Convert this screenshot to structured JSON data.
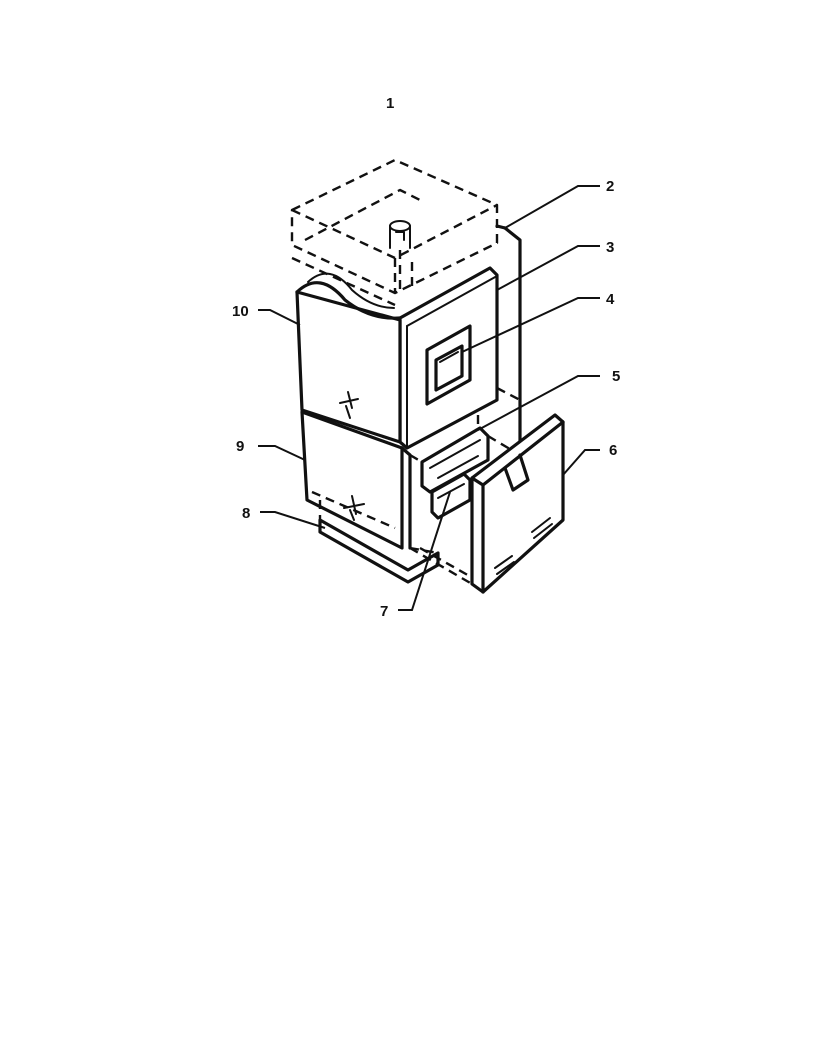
{
  "diagram": {
    "callouts": {
      "c1": "1",
      "c2": "2",
      "c3": "3",
      "c4": "4",
      "c5": "5",
      "c6": "6",
      "c7": "7",
      "c8": "8",
      "c9": "9",
      "c10": "10"
    },
    "colors": {
      "ink": "#111111",
      "paper": "#ffffff"
    }
  }
}
